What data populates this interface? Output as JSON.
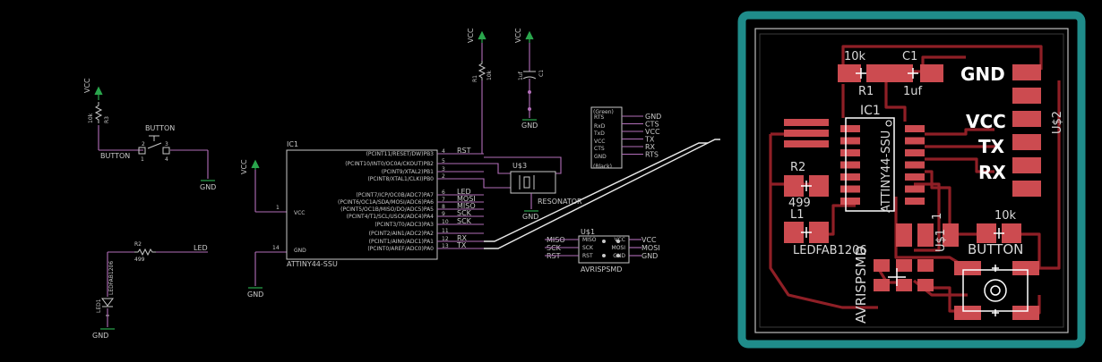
{
  "schematic": {
    "vcc": "VCC",
    "gnd": "GND",
    "button": {
      "name": "BUTTON",
      "net": "BUTTON",
      "r_name": "R3",
      "r_value": "10k",
      "pins": [
        "2",
        "1",
        "3",
        "4"
      ]
    },
    "ic1": {
      "name": "IC1",
      "footer": "ATTINY44-SSU",
      "vcc_pin": "1",
      "vcc_label": "VCC",
      "gnd_pin": "14",
      "gnd_label": "GND",
      "right_pins": [
        {
          "label": "(PCINT11/RESET/DW)PB3",
          "num": "4",
          "net": "RST"
        },
        {
          "label": "(PCINT10/INT0/OC0A/CKOUT)PB2",
          "num": "5",
          "net": ""
        },
        {
          "label": "(PCINT9/XTAL2)PB1",
          "num": "3",
          "net": ""
        },
        {
          "label": "(PCINT8/XTAL1/CLKI)PB0",
          "num": "2",
          "net": ""
        },
        {
          "label": "(PCINT7/ICP/OC0B/ADC7)PA7",
          "num": "6",
          "net": "LED"
        },
        {
          "label": "(PCINT6/OC1A/SDA/MOSI/ADC6)PA6",
          "num": "7",
          "net": "MOSI"
        },
        {
          "label": "(PCINT5/OC1B/MISO/DO/ADC5)PA5",
          "num": "8",
          "net": "MISO"
        },
        {
          "label": "(PCINT4/T1/SCL/USCK/ADC4)PA4",
          "num": "9",
          "net": "SCK"
        },
        {
          "label": "(PCINT3/T0/ADC3)PA3",
          "num": "10",
          "net": "SCK"
        },
        {
          "label": "(PCINT2/AIN1/ADC2)PA2",
          "num": "11",
          "net": ""
        },
        {
          "label": "(PCINT1/AIN0/ADC1)PA1",
          "num": "12",
          "net": "RX"
        },
        {
          "label": "(PCINT0/AREF/ADC0)PA0",
          "num": "13",
          "net": "TX"
        }
      ]
    },
    "r1": {
      "name": "R1",
      "value": "10k"
    },
    "c1": {
      "name": "C1",
      "value": "1uf"
    },
    "u3": {
      "name": "U$3",
      "footer": "RESONATOR"
    },
    "ftdi": {
      "top": "(Green)",
      "bottom": "(Black)",
      "pins": [
        "RTS",
        "RxD",
        "TxD",
        "VCC",
        "CTS",
        "GND"
      ],
      "nets": [
        "GND",
        "CTS",
        "VCC",
        "TX",
        "RX",
        "RTS"
      ]
    },
    "r2": {
      "name": "R2",
      "value": "499",
      "net": "LED"
    },
    "led": {
      "name": "LED1",
      "part": "LEDFAB1206"
    },
    "avr": {
      "name": "U$1",
      "footer": "AVRISPSMD",
      "left_nets": [
        "MISO",
        "SCK",
        "RST"
      ],
      "left_pins": [
        "MISO",
        "SCK",
        "RST"
      ],
      "right_pins": [
        "VCC",
        "MOSI",
        "GND"
      ],
      "right_nets": [
        "VCC",
        "MOSI",
        "GND"
      ]
    }
  },
  "pcb": {
    "border_color": "#1f8c8a",
    "labels": {
      "r_top": "10k",
      "c_top": "C1",
      "r1": "R1",
      "c_val": "1uf",
      "ic1": "IC1",
      "ic_part": "ATTINY44-SSU",
      "u2": "U$2",
      "r2": "R2",
      "r2_val": "499",
      "l1": "L1",
      "led_part": "LEDFAB1206",
      "us1": "U$1",
      "one": "1",
      "avr": "AVRISPSMD",
      "r_btn": "10k",
      "button": "BUTTON",
      "gnd": "GND",
      "vcc": "VCC",
      "tx": "TX",
      "rx": "RX"
    }
  }
}
